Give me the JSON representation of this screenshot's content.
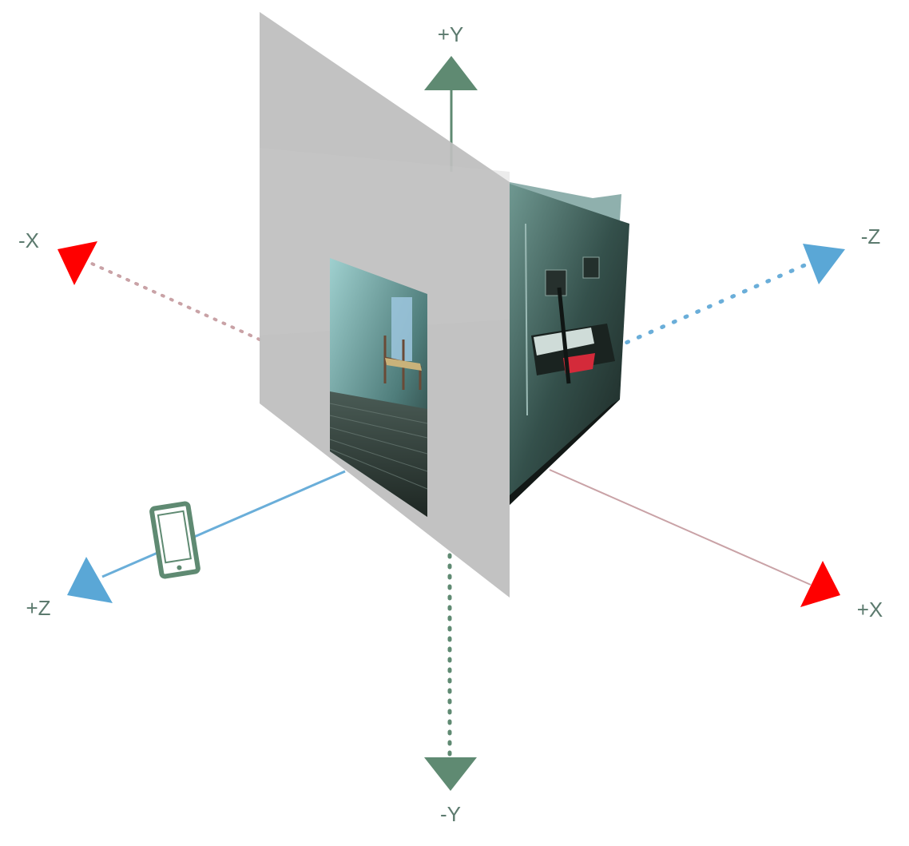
{
  "axes": {
    "pos_y": {
      "label": "+Y",
      "color": "#5f8a72"
    },
    "neg_y": {
      "label": "-Y",
      "color": "#5f8a72"
    },
    "pos_x": {
      "label": "+X",
      "color": "#ff0000"
    },
    "neg_x": {
      "label": "-X",
      "color": "#ff0000"
    },
    "pos_z": {
      "label": "+Z",
      "color": "#5aa7d6"
    },
    "neg_z": {
      "label": "-Z",
      "color": "#5aa7d6"
    }
  },
  "label_color": "#5c7a6e",
  "colors": {
    "y_axis": "#5f8a72",
    "x_axis_line": "#c9a2a6",
    "z_axis_line": "#6aaed9",
    "plane": "#bdbdbd",
    "room_dark": "#1f2a26",
    "room_mid": "#4c6e66",
    "room_light": "#7fa7a0",
    "accent_red": "#d42a3a"
  },
  "icons": [
    "phone-icon"
  ]
}
